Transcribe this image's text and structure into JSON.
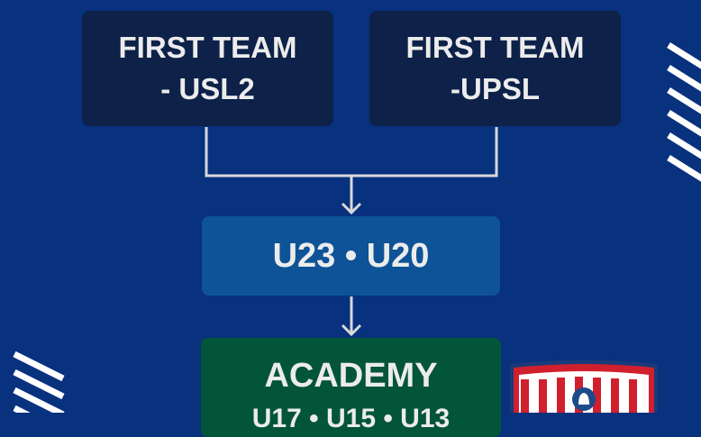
{
  "boxes": {
    "first_team_usl2": {
      "line1": "FIRST TEAM",
      "line2": "- USL2"
    },
    "first_team_upsl": {
      "line1": "FIRST TEAM",
      "line2": "-UPSL"
    },
    "u23_u20": "U23 • U20",
    "academy": {
      "title": "ACADEMY",
      "subtitle": "U17 • U15 • U13"
    }
  },
  "colors": {
    "background": "#08317e",
    "first_team": "#0d2149",
    "u23": "#0e5397",
    "academy": "#03553a",
    "crest_red": "#d0202e"
  }
}
